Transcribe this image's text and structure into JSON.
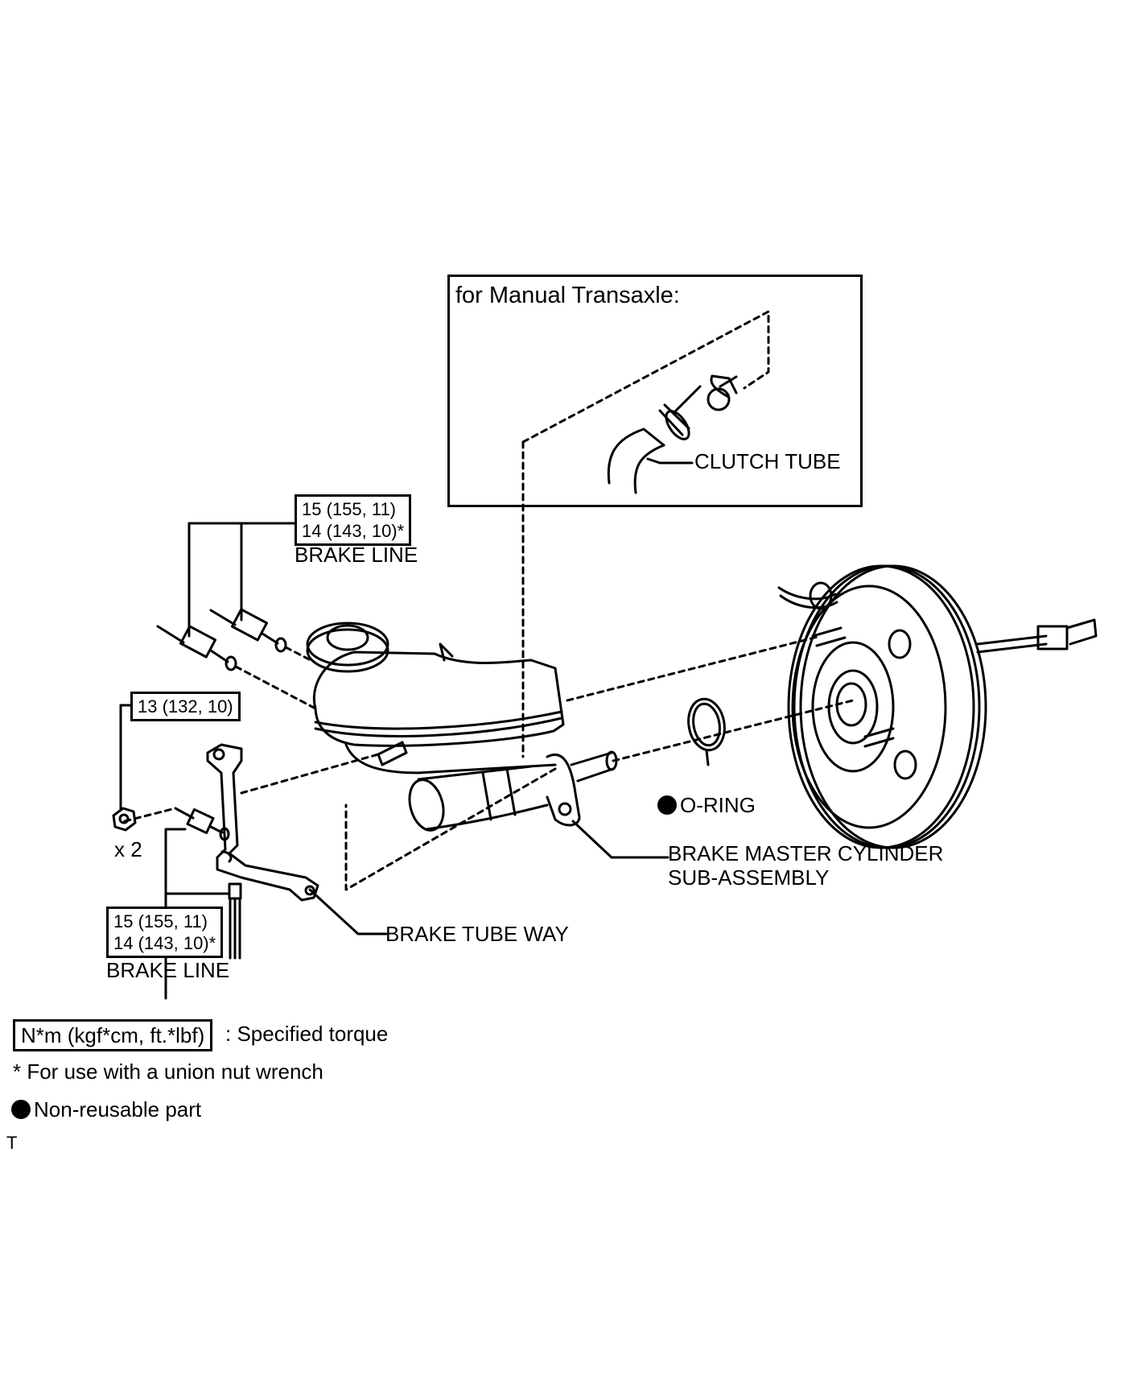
{
  "inset": {
    "title": "for Manual Transaxle:",
    "clutch_tube": "CLUTCH TUBE"
  },
  "callouts": {
    "torque_upper": {
      "line1": "15 (155, 11)",
      "line2": "14 (143, 10)*",
      "label": "BRAKE LINE"
    },
    "torque_nut": {
      "line1": "13 (132, 10)",
      "qty": "x 2"
    },
    "torque_lower": {
      "line1": "15 (155, 11)",
      "line2": "14 (143, 10)*",
      "label": "BRAKE LINE"
    },
    "brake_tube_way": "BRAKE TUBE WAY",
    "o_ring": "O-RING",
    "master_cylinder_line1": "BRAKE MASTER CYLINDER",
    "master_cylinder_line2": "SUB-ASSEMBLY"
  },
  "legend": {
    "torque_unit": "N*m (kgf*cm, ft.*lbf)",
    "torque_desc": ": Specified torque",
    "union_note": "* For use with a union nut wrench",
    "non_reusable": "Non-reusable part"
  },
  "corner_mark": "T",
  "colors": {
    "ink": "#000000",
    "paper": "#ffffff"
  }
}
